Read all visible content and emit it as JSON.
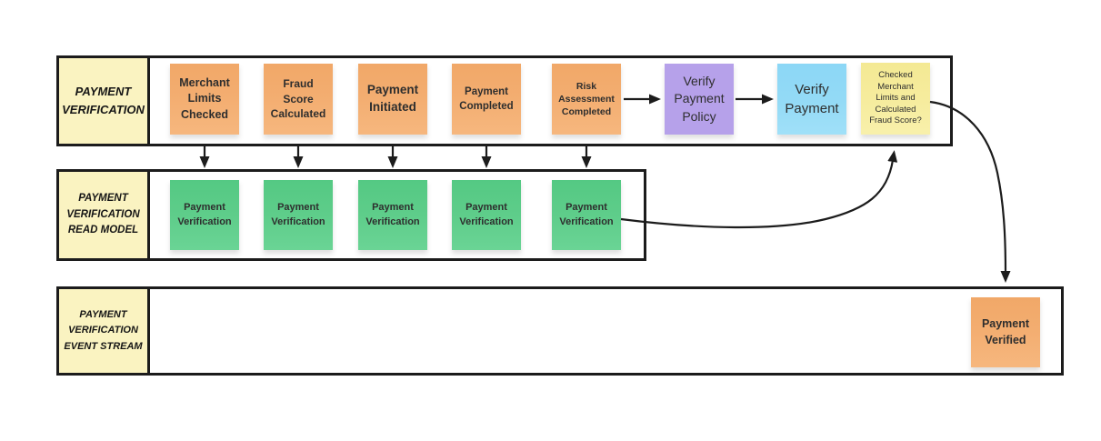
{
  "palette": {
    "orange": "#f3ad70",
    "green": "#5ecd8a",
    "purple": "#b6a1ea",
    "blue": "#93daf6",
    "sticky-yellow": "#f6ec9d",
    "label-yellow": "#faf3c1",
    "line": "#1c1c1c",
    "text": "#2e2e2e"
  },
  "lanes": [
    {
      "label": "PAYMENT VERIFICATION"
    },
    {
      "label": "PAYMENT VERIFICATION READ MODEL"
    },
    {
      "label": "PAYMENT VERIFICATION EVENT STREAM"
    }
  ],
  "events": [
    {
      "label": "Merchant Limits Checked"
    },
    {
      "label": "Fraud Score Calculated"
    },
    {
      "label": "Payment Initiated"
    },
    {
      "label": "Payment Completed"
    },
    {
      "label": "Risk Assessment Completed"
    }
  ],
  "policy": {
    "label": "Verify Payment Policy"
  },
  "command": {
    "label": "Verify Payment"
  },
  "question": {
    "label": "Checked Merchant Limits and Calculated Fraud Score?"
  },
  "read_models": [
    {
      "label": "Payment Verification"
    },
    {
      "label": "Payment Verification"
    },
    {
      "label": "Payment Verification"
    },
    {
      "label": "Payment Verification"
    },
    {
      "label": "Payment Verification"
    }
  ],
  "stream_events": [
    {
      "label": "Payment Verified"
    }
  ]
}
